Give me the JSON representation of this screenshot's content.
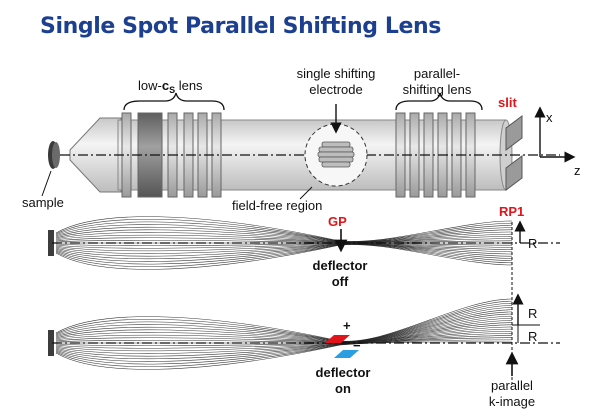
{
  "title": "Single Spot Parallel Shifting Lens",
  "labels": {
    "low_cs_prefix": "low-",
    "low_cs_sym": "c",
    "low_cs_sub": "S",
    "low_cs_suffix": " lens",
    "shift_electrode_1": "single shifting",
    "shift_electrode_2": "electrode",
    "parallel_lens_1": "parallel-",
    "parallel_lens_2": "shifting lens",
    "slit": "slit",
    "axis_x": "x",
    "axis_z": "z",
    "sample": "sample",
    "field_free": "field-free region",
    "gp": "GP",
    "rp1": "RP1",
    "r_top": "R",
    "deflector_off_1": "deflector",
    "deflector_off_2": "off",
    "plus": "+",
    "minus": "−",
    "r_lower_1": "R",
    "r_lower_2": "R",
    "deflector_on_1": "deflector",
    "deflector_on_2": "on",
    "parallel_kimage_1": "parallel",
    "parallel_kimage_2": "k-image"
  },
  "colors": {
    "title": "#1d3f8f",
    "accent_red": "#e0141b",
    "deflector_blue": "#2a9ee0",
    "lens_dark": "#7d7d7d",
    "lens_light": "#d6d6d6"
  }
}
